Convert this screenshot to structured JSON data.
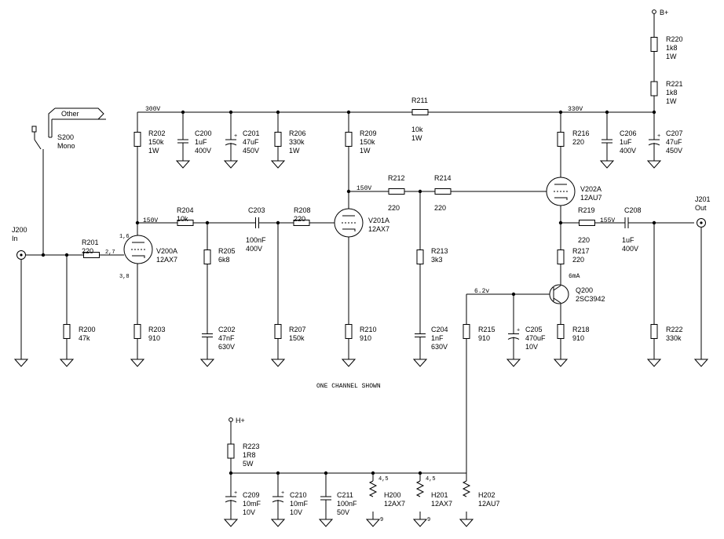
{
  "notes": {
    "one_channel": "ONE CHANNEL SHOWN",
    "other": "Other"
  },
  "voltages": {
    "v300": "300V",
    "v330": "330V",
    "v150a": "150V",
    "v150b": "150V",
    "v155": "155V",
    "v62": "6.2v",
    "i6ma": "6mA"
  },
  "rails": {
    "bplus": "B+",
    "hplus": "H+"
  },
  "connectors": {
    "J200": {
      "ref": "J200",
      "label": "In"
    },
    "J201": {
      "ref": "J201",
      "label": "Out"
    }
  },
  "switch": {
    "ref": "S200",
    "label": "Mono"
  },
  "components": {
    "R200": {
      "ref": "R200",
      "value": "47k"
    },
    "R201": {
      "ref": "R201",
      "value": "220"
    },
    "R202": {
      "ref": "R202",
      "value": "150k",
      "rating": "1W"
    },
    "R203": {
      "ref": "R203",
      "value": "910"
    },
    "R204": {
      "ref": "R204",
      "value": "10k"
    },
    "R205": {
      "ref": "R205",
      "value": "6k8"
    },
    "R206": {
      "ref": "R206",
      "value": "330k",
      "rating": "1W"
    },
    "R207": {
      "ref": "R207",
      "value": "150k"
    },
    "R208": {
      "ref": "R208",
      "value": "220"
    },
    "R209": {
      "ref": "R209",
      "value": "150k",
      "rating": "1W"
    },
    "R210": {
      "ref": "R210",
      "value": "910"
    },
    "R211": {
      "ref": "R211",
      "value": "10k",
      "rating": "1W"
    },
    "R212": {
      "ref": "R212",
      "value": "220"
    },
    "R213": {
      "ref": "R213",
      "value": "3k3"
    },
    "R214": {
      "ref": "R214",
      "value": "220"
    },
    "R215": {
      "ref": "R215",
      "value": "910"
    },
    "R216": {
      "ref": "R216",
      "value": "220"
    },
    "R217": {
      "ref": "R217",
      "value": "220"
    },
    "R218": {
      "ref": "R218",
      "value": "910"
    },
    "R219": {
      "ref": "R219",
      "value": "220"
    },
    "R220": {
      "ref": "R220",
      "value": "1k8",
      "rating": "1W"
    },
    "R221": {
      "ref": "R221",
      "value": "1k8",
      "rating": "1W"
    },
    "R222": {
      "ref": "R222",
      "value": "330k"
    },
    "R223": {
      "ref": "R223",
      "value": "1R8",
      "rating": "5W"
    },
    "C200": {
      "ref": "C200",
      "value": "1uF",
      "rating": "400V"
    },
    "C201": {
      "ref": "C201",
      "value": "47uF",
      "rating": "450V"
    },
    "C202": {
      "ref": "C202",
      "value": "47nF",
      "rating": "630V"
    },
    "C203": {
      "ref": "C203",
      "value": "100nF",
      "rating": "400V"
    },
    "C204": {
      "ref": "C204",
      "value": "1nF",
      "rating": "630V"
    },
    "C205": {
      "ref": "C205",
      "value": "470uF",
      "rating": "10V"
    },
    "C206": {
      "ref": "C206",
      "value": "1uF",
      "rating": "400V"
    },
    "C207": {
      "ref": "C207",
      "value": "47uF",
      "rating": "450V"
    },
    "C208": {
      "ref": "C208",
      "value": "1uF",
      "rating": "400V"
    },
    "C209": {
      "ref": "C209",
      "value": "10mF",
      "rating": "10V"
    },
    "C210": {
      "ref": "C210",
      "value": "10mF",
      "rating": "10V"
    },
    "C211": {
      "ref": "C211",
      "value": "100nF",
      "rating": "50V"
    },
    "V200A": {
      "ref": "V200A",
      "value": "12AX7"
    },
    "V201A": {
      "ref": "V201A",
      "value": "12AX7"
    },
    "V202A": {
      "ref": "V202A",
      "value": "12AU7"
    },
    "Q200": {
      "ref": "Q200",
      "value": "2SC3942"
    },
    "H200": {
      "ref": "H200",
      "value": "12AX7"
    },
    "H201": {
      "ref": "H201",
      "value": "12AX7"
    },
    "H202": {
      "ref": "H202",
      "value": "12AU7"
    }
  },
  "pins": {
    "v200_top": "1,6",
    "v200_grid": "2,7",
    "v200_bot": "3,8",
    "h200_top": "4,5",
    "h200_bot": "9",
    "h201_top": "4,5",
    "h201_bot": "9",
    "plus": "+"
  }
}
